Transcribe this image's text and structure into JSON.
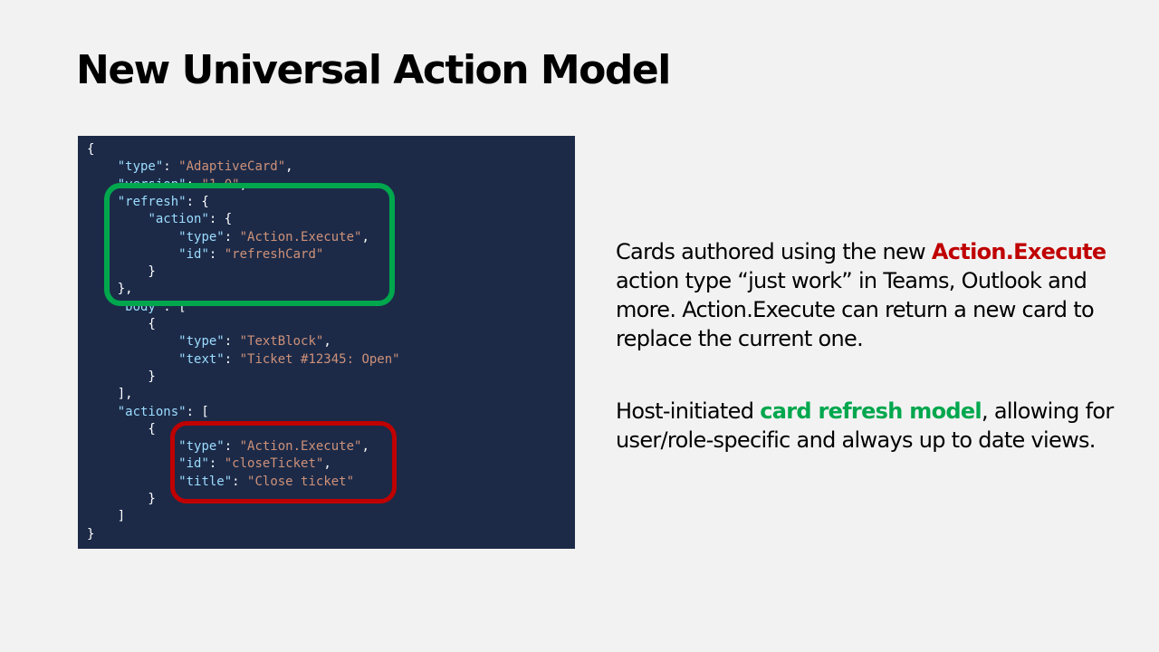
{
  "slide": {
    "title": "New Universal Action Model"
  },
  "code_lines": [
    [
      {
        "t": "p",
        "v": "{"
      }
    ],
    [
      {
        "t": "p",
        "v": "    "
      },
      {
        "t": "k",
        "v": "\"type\""
      },
      {
        "t": "p",
        "v": ": "
      },
      {
        "t": "s",
        "v": "\"AdaptiveCard\""
      },
      {
        "t": "p",
        "v": ","
      }
    ],
    [
      {
        "t": "p",
        "v": "    "
      },
      {
        "t": "k",
        "v": "\"version\""
      },
      {
        "t": "p",
        "v": ": "
      },
      {
        "t": "s",
        "v": "\"1.0\""
      },
      {
        "t": "p",
        "v": ","
      }
    ],
    [
      {
        "t": "p",
        "v": "    "
      },
      {
        "t": "k",
        "v": "\"refresh\""
      },
      {
        "t": "p",
        "v": ": {"
      }
    ],
    [
      {
        "t": "p",
        "v": "        "
      },
      {
        "t": "k",
        "v": "\"action\""
      },
      {
        "t": "p",
        "v": ": {"
      }
    ],
    [
      {
        "t": "p",
        "v": "            "
      },
      {
        "t": "k",
        "v": "\"type\""
      },
      {
        "t": "p",
        "v": ": "
      },
      {
        "t": "s",
        "v": "\"Action.Execute\""
      },
      {
        "t": "p",
        "v": ","
      }
    ],
    [
      {
        "t": "p",
        "v": "            "
      },
      {
        "t": "k",
        "v": "\"id\""
      },
      {
        "t": "p",
        "v": ": "
      },
      {
        "t": "s",
        "v": "\"refreshCard\""
      }
    ],
    [
      {
        "t": "p",
        "v": "        }"
      }
    ],
    [
      {
        "t": "p",
        "v": "    },"
      }
    ],
    [
      {
        "t": "p",
        "v": "    "
      },
      {
        "t": "k",
        "v": "\"body\""
      },
      {
        "t": "p",
        "v": ": ["
      }
    ],
    [
      {
        "t": "p",
        "v": "        {"
      }
    ],
    [
      {
        "t": "p",
        "v": "            "
      },
      {
        "t": "k",
        "v": "\"type\""
      },
      {
        "t": "p",
        "v": ": "
      },
      {
        "t": "s",
        "v": "\"TextBlock\""
      },
      {
        "t": "p",
        "v": ","
      }
    ],
    [
      {
        "t": "p",
        "v": "            "
      },
      {
        "t": "k",
        "v": "\"text\""
      },
      {
        "t": "p",
        "v": ": "
      },
      {
        "t": "s",
        "v": "\"Ticket #12345: Open\""
      }
    ],
    [
      {
        "t": "p",
        "v": "        }"
      }
    ],
    [
      {
        "t": "p",
        "v": "    ],"
      }
    ],
    [
      {
        "t": "p",
        "v": "    "
      },
      {
        "t": "k",
        "v": "\"actions\""
      },
      {
        "t": "p",
        "v": ": ["
      }
    ],
    [
      {
        "t": "p",
        "v": "        {"
      }
    ],
    [
      {
        "t": "p",
        "v": "            "
      },
      {
        "t": "k",
        "v": "\"type\""
      },
      {
        "t": "p",
        "v": ": "
      },
      {
        "t": "s",
        "v": "\"Action.Execute\""
      },
      {
        "t": "p",
        "v": ","
      }
    ],
    [
      {
        "t": "p",
        "v": "            "
      },
      {
        "t": "k",
        "v": "\"id\""
      },
      {
        "t": "p",
        "v": ": "
      },
      {
        "t": "s",
        "v": "\"closeTicket\""
      },
      {
        "t": "p",
        "v": ","
      }
    ],
    [
      {
        "t": "p",
        "v": "            "
      },
      {
        "t": "k",
        "v": "\"title\""
      },
      {
        "t": "p",
        "v": ": "
      },
      {
        "t": "s",
        "v": "\"Close ticket\""
      }
    ],
    [
      {
        "t": "p",
        "v": "        }"
      }
    ],
    [
      {
        "t": "p",
        "v": "    ]"
      }
    ],
    [
      {
        "t": "p",
        "v": "}"
      }
    ]
  ],
  "paragraph1": {
    "before": "Cards authored using the new ",
    "highlight": "Action.Execute",
    "after": " action type “just work” in Teams, Outlook and more. Action.Execute can return a new card to replace the current one."
  },
  "paragraph2": {
    "before": "Host-initiated ",
    "highlight": "card refresh model",
    "after": ", allowing for user/role-specific and always up to date views."
  },
  "colors": {
    "background": "#f2f2f2",
    "code_background": "#1c2a48",
    "json_key": "#9cdcfe",
    "json_string": "#ce9178",
    "highlight_green": "#00a74d",
    "highlight_red": "#c00000"
  }
}
